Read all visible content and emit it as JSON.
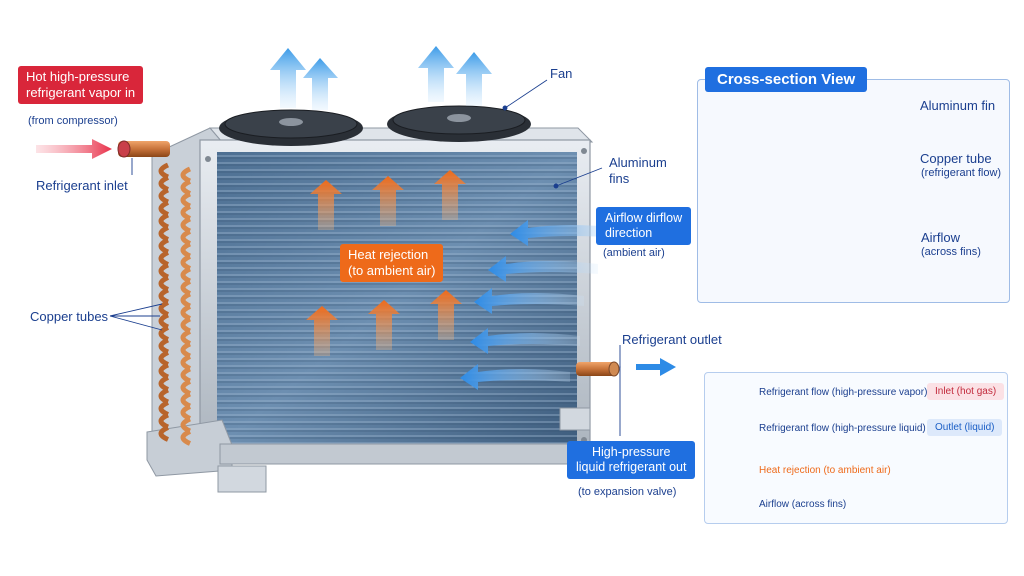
{
  "labels": {
    "inlet_box": [
      "Hot high-pressure",
      "refrigerant vapor in"
    ],
    "inlet_sub": "(from compressor)",
    "inlet_name": "Refrigerant inlet",
    "fan": "Fan",
    "aluminum_fins": [
      "Aluminum",
      "fins"
    ],
    "airflow_box": [
      "Airflow dirflow",
      "direction"
    ],
    "airflow_sub": "(ambient air)",
    "heat_box": [
      "Heat rejection",
      "(to ambient air)"
    ],
    "copper_tubes": "Copper tubes",
    "outlet_name": "Refrigerant outlet",
    "outlet_box": [
      "High-pressure",
      "liquid refrigerant out"
    ],
    "outlet_sub": "(to expansion valve)"
  },
  "cross_section": {
    "title": "Cross-section View",
    "aluminum_fin": "Aluminum fin",
    "copper_tube": "Copper tube",
    "copper_tube_sub": "(refrigerant flow)",
    "airflow": "Airflow",
    "airflow_sub": "(across fins)"
  },
  "legend": {
    "rows": [
      {
        "text": "Refrigerant flow (high-pressure vapor)",
        "badge": "Inlet (hot gas)"
      },
      {
        "text": "Refrigerant flow (high-pressure liquid)",
        "badge": "Outlet (liquid)"
      },
      {
        "text": "Heat rejection (to ambient air)"
      },
      {
        "text": "Airflow (across fins)"
      }
    ]
  },
  "colors": {
    "refrigerant_hot": "#e8314a",
    "refrigerant_liquid": "#1f6fe0",
    "heat": "#f07a1e",
    "airflow": "#4aa3f0",
    "copper": "#c8733a"
  }
}
